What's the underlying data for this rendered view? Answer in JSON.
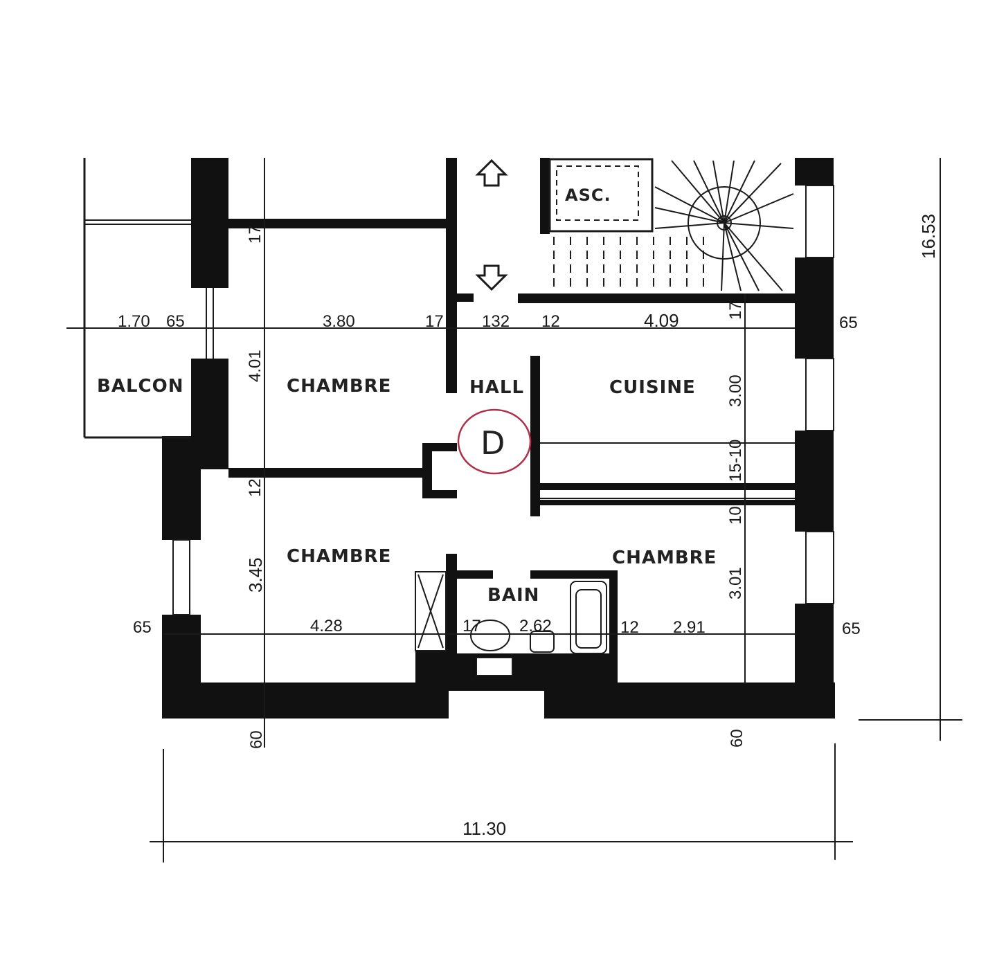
{
  "rooms": {
    "balcon": "BALCON",
    "chambre_nw": "CHAMBRE",
    "hall": "HALL",
    "cuisine": "CUISINE",
    "chambre_sw": "CHAMBRE",
    "chambre_se": "CHAMBRE",
    "bain": "BAIN",
    "asc": "ASC."
  },
  "unit_marker": {
    "label": "D",
    "color": "#b0304a"
  },
  "dimensions": {
    "top_1_70": "1.70",
    "top_65": "65",
    "top_3_80": "3.80",
    "top_17": "17",
    "top_132": "132",
    "top_12": "12",
    "top_4_09": "4.09",
    "top_right_65": "65",
    "vert_17_top": "17",
    "vert_4_01": "4.01",
    "vert_12": "12",
    "vert_3_45": "3.45",
    "vert_17_right": "17",
    "vert_3_00": "3.00",
    "vert_15_10": "15-10",
    "vert_10": "10",
    "vert_3_01": "3.01",
    "total_height": "16.53",
    "bot_left_65": "65",
    "bot_4_28": "4.28",
    "bot_17": "17",
    "bot_2_62": "2.62",
    "bot_12": "12",
    "bot_2_91": "2.91",
    "bot_right_65": "65",
    "bot_60_left": "60",
    "bot_60_right": "60",
    "total_width": "11.30"
  }
}
